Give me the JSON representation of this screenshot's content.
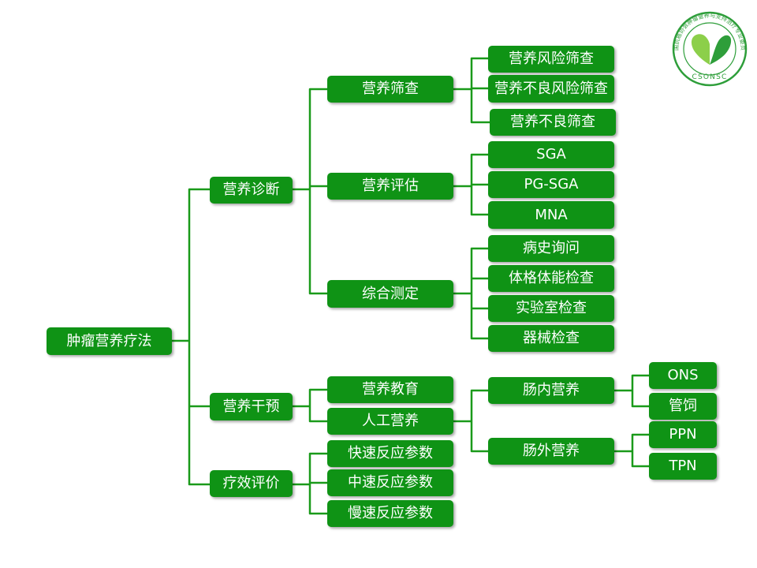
{
  "diagram": {
    "root": "肿瘤营养疗法",
    "branches": {
      "diagnosis": {
        "label": "营养诊断",
        "screening": {
          "label": "营养筛查",
          "items": [
            "营养风险筛查",
            "营养不良风险筛查",
            "营养不良筛查"
          ]
        },
        "assessment": {
          "label": "营养评估",
          "items": [
            "SGA",
            "PG-SGA",
            "MNA"
          ]
        },
        "comprehensive": {
          "label": "综合测定",
          "items": [
            "病史询问",
            "体格体能检查",
            "实验室检查",
            "器械检查"
          ]
        }
      },
      "intervention": {
        "label": "营养干预",
        "education": "营养教育",
        "artificial": {
          "label": "人工营养",
          "enteral": {
            "label": "肠内营养",
            "items": [
              "ONS",
              "管饲"
            ]
          },
          "parenteral": {
            "label": "肠外营养",
            "items": [
              "PPN",
              "TPN"
            ]
          }
        }
      },
      "evaluation": {
        "label": "疗效评价",
        "items": [
          "快速反应参数",
          "中速反应参数",
          "慢速反应参数"
        ]
      }
    }
  },
  "logo": {
    "text": "CSONSC",
    "ring_text": "中国抗癌协会肿瘤营养与支持治疗专业委员会",
    "colors": {
      "green": "#2e9e3a",
      "light_green": "#8ccf4a"
    }
  },
  "colors": {
    "node_fill": "#0f9315",
    "connector": "#1a9a1a",
    "node_text": "#ffffff"
  }
}
